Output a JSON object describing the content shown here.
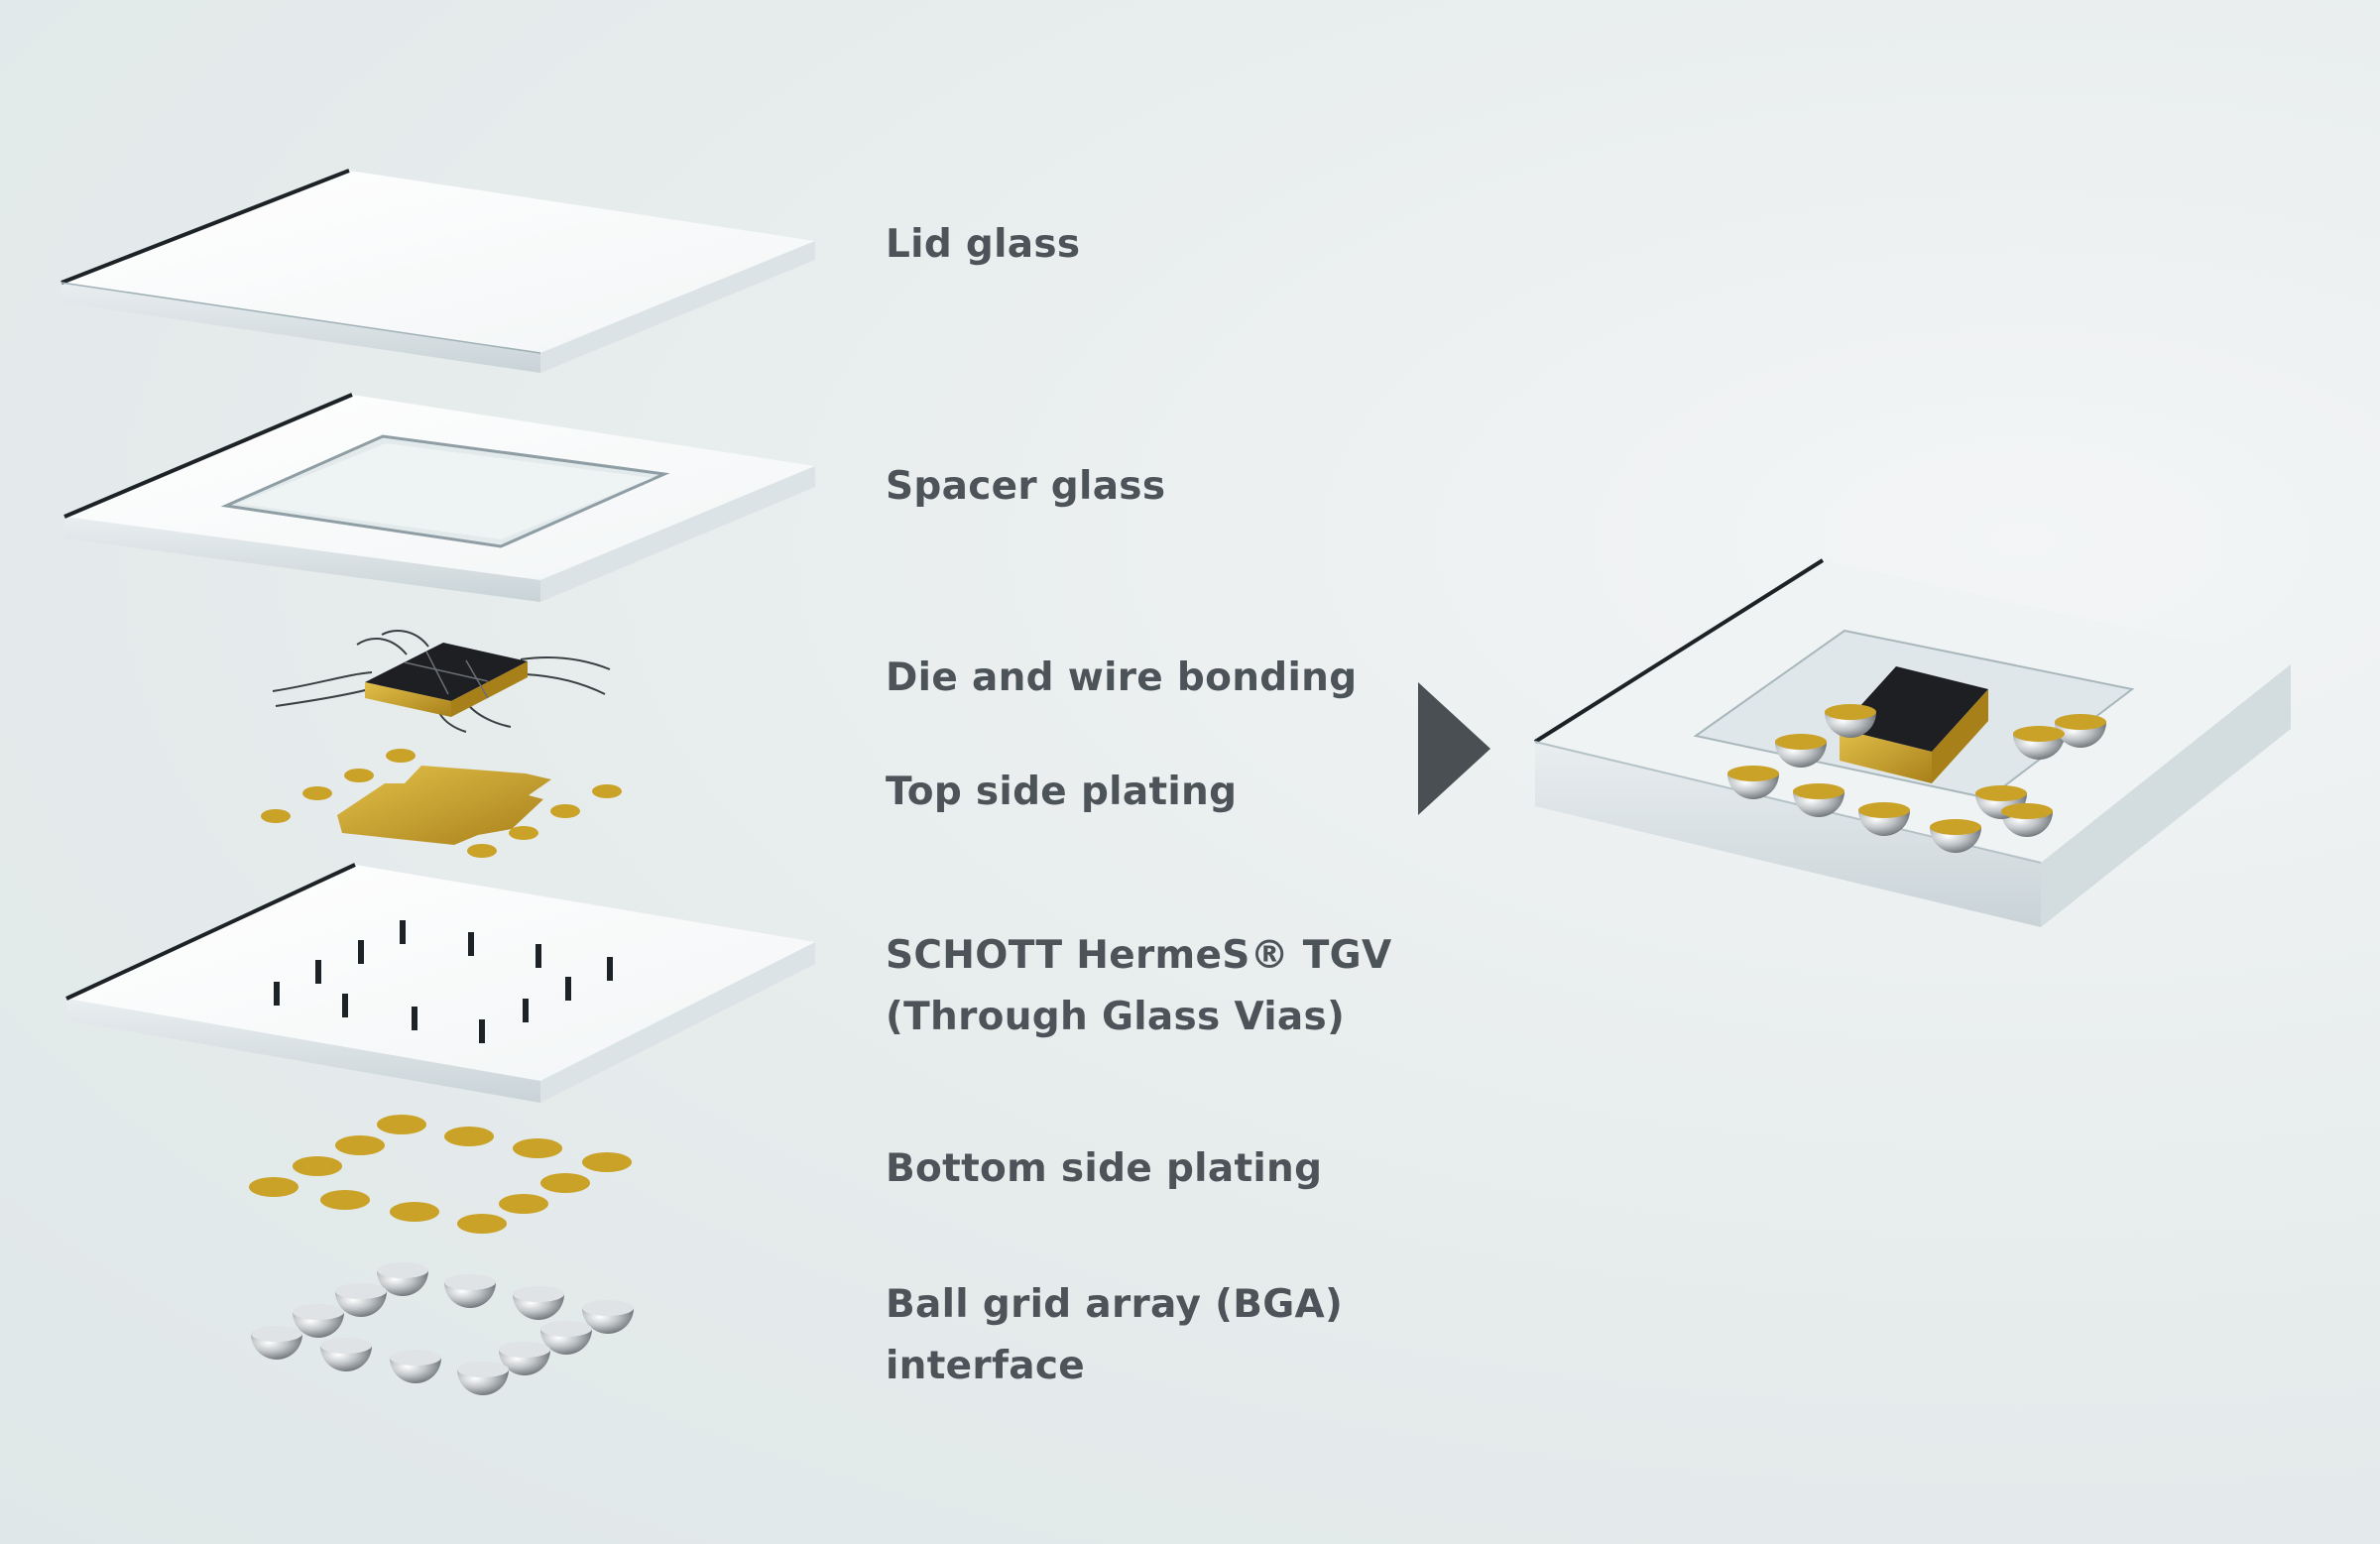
{
  "labels": {
    "lid_glass": "Lid glass",
    "spacer_glass": "Spacer glass",
    "die_wire_bonding": "Die and wire bonding",
    "top_side_plating": "Top side plating",
    "tgv_line1": "SCHOTT HermeS® TGV",
    "tgv_line2": "(Through Glass Vias)",
    "bottom_side_plating": "Bottom side plating",
    "bga_line1": "Ball grid array (BGA)",
    "bga_line2": "interface"
  },
  "colors": {
    "label_text": "#4d5459",
    "arrow": "#4a4f54",
    "gold": "#c9a227",
    "glass_edge": "#1c2226",
    "silver": "#b9bdc0"
  }
}
